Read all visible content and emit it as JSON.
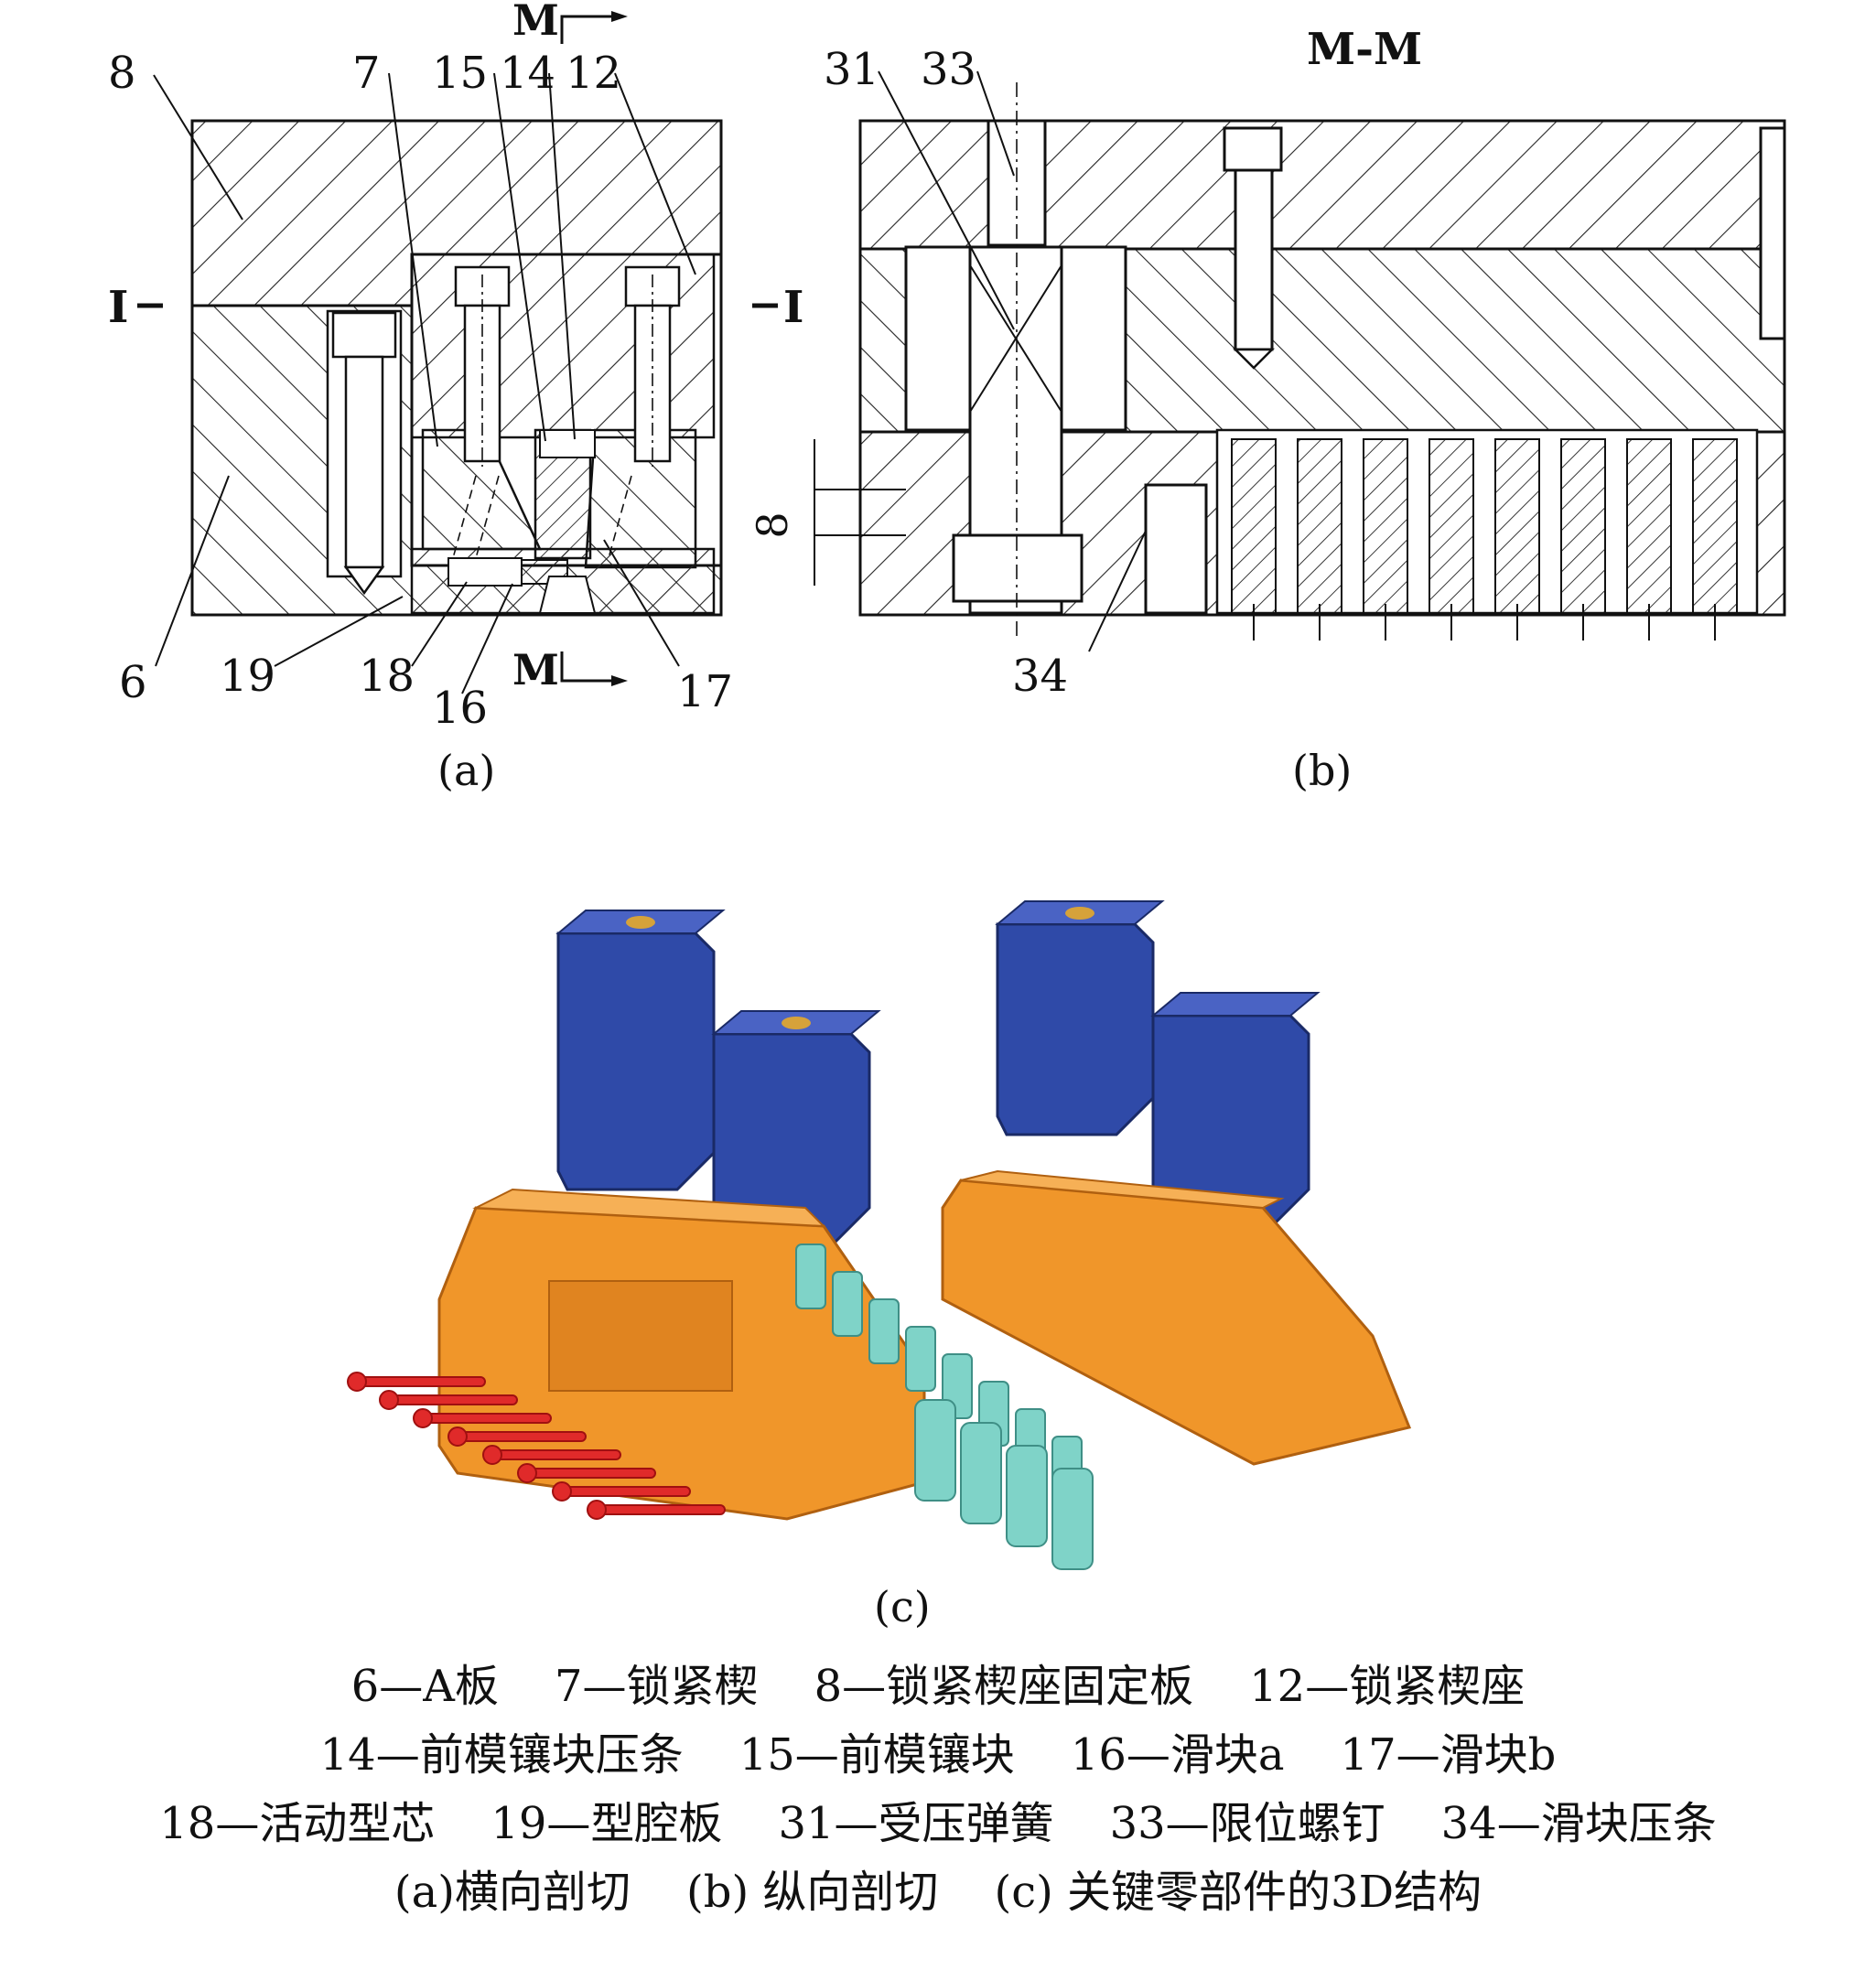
{
  "panel_a": {
    "caption": "(a)",
    "callouts": {
      "p8": "8",
      "p7": "7",
      "p15": "15",
      "p14": "14",
      "p12": "12",
      "p6": "6",
      "p19": "19",
      "p18": "18",
      "p16": "16",
      "p17": "17"
    },
    "section_mark_top": "M",
    "section_mark_bottom": "M",
    "parting_mark_left": "I",
    "parting_mark_right": "I"
  },
  "panel_b": {
    "caption": "(b)",
    "title": "M-M",
    "callouts": {
      "p31": "31",
      "p33": "33",
      "p34": "34"
    },
    "dimension": "8"
  },
  "panel_c": {
    "caption": "(c)"
  },
  "colors": {
    "wedge_blue": "#2f4aa8",
    "slider_orange": "#f0962a",
    "core_cyan": "#7fd3c8",
    "screw_red": "#e02a2a"
  },
  "legend": {
    "line1": "6—A板    7—锁紧楔    8—锁紧楔座固定板    12—锁紧楔座",
    "line2": "14—前模镶块压条    15—前模镶块    16—滑块a    17—滑块b",
    "line3": "18—活动型芯    19—型腔板    31—受压弹簧    33—限位螺钉    34—滑块压条",
    "line4": "(a)横向剖切    (b) 纵向剖切    (c) 关键零部件的3D结构"
  }
}
